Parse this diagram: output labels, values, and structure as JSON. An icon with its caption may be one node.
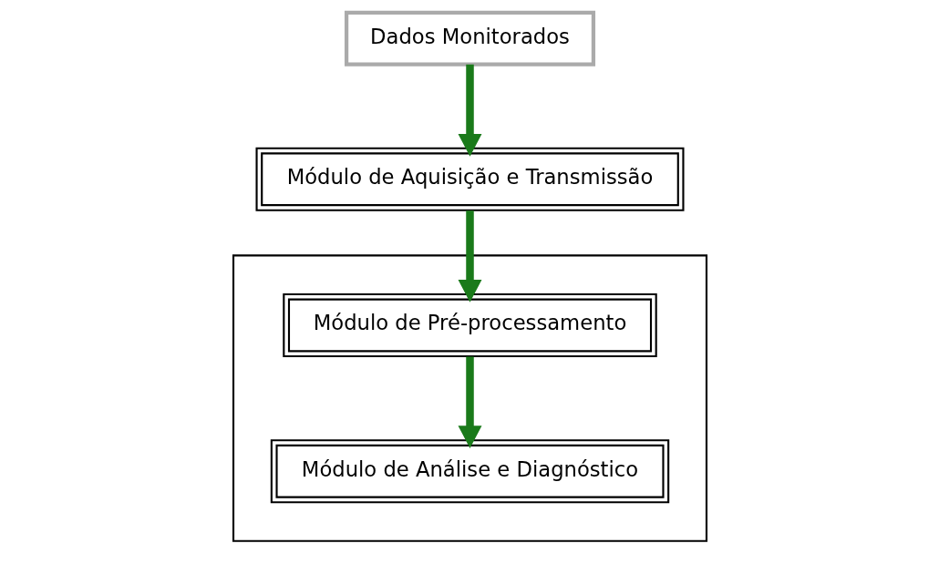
{
  "diagram": {
    "nodes": [
      {
        "text": [
          "Dados Monitorados"
        ]
      },
      {
        "text": [
          "Módulo de Aquisição e Transmissão"
        ]
      },
      {
        "text": [],
        "shape": "box"
      },
      {
        "text": [
          "Módulo de Pré-processamento"
        ],
        "in": 2
      },
      {
        "text": [
          "Módulo de Análise e Diagnóstico"
        ],
        "in": 2
      }
    ],
    "edges": [
      {
        "from": 0,
        "to": 1,
        "arrow": "to"
      },
      {
        "from": 1,
        "to": 3,
        "arrow": "to"
      },
      {
        "from": 3,
        "to": 4,
        "arrow": "to"
      }
    ]
  }
}
